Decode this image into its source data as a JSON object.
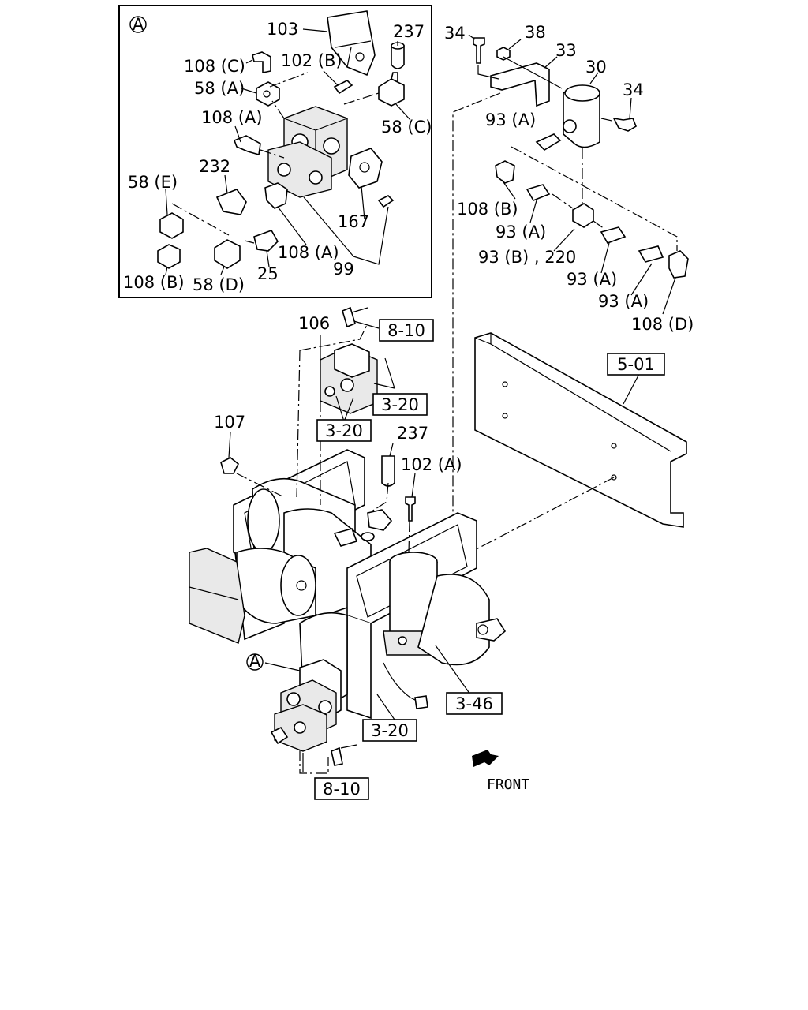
{
  "inset": {
    "marker": "A",
    "labels": {
      "p103": "103",
      "p237": "237",
      "p108c": "108 (C)",
      "p102b": "102 (B)",
      "p58a": "58 (A)",
      "p108a": "108 (A)",
      "p58c": "58 (C)",
      "p232": "232",
      "p58e": "58 (E)",
      "p167": "167",
      "p108a2": "108 (A)",
      "p108b": "108 (B)",
      "p58d": "58 (D)",
      "p25": "25",
      "p99": "99"
    }
  },
  "upper_right": {
    "labels": {
      "p34": "34",
      "p38": "38",
      "p33": "33",
      "p30": "30",
      "p34b": "34",
      "p93a": "93 (A)",
      "p108b": "108 (B)",
      "p93a2": "93 (A)",
      "p93b220": "93 (B) , 220",
      "p93a3": "93 (A)",
      "p93a4": "93 (A)",
      "p108d": "108 (D)"
    }
  },
  "main": {
    "labels": {
      "p106": "106",
      "p107": "107",
      "p237": "237",
      "p102a": "102 (A)",
      "marker_a": "A"
    },
    "refs": {
      "r810_top": "8-10",
      "r320_a": "3-20",
      "r320_b": "3-20",
      "r501": "5-01",
      "r346": "3-46",
      "r320_c": "3-20",
      "r810_bot": "8-10"
    },
    "front_label": "FRONT"
  }
}
